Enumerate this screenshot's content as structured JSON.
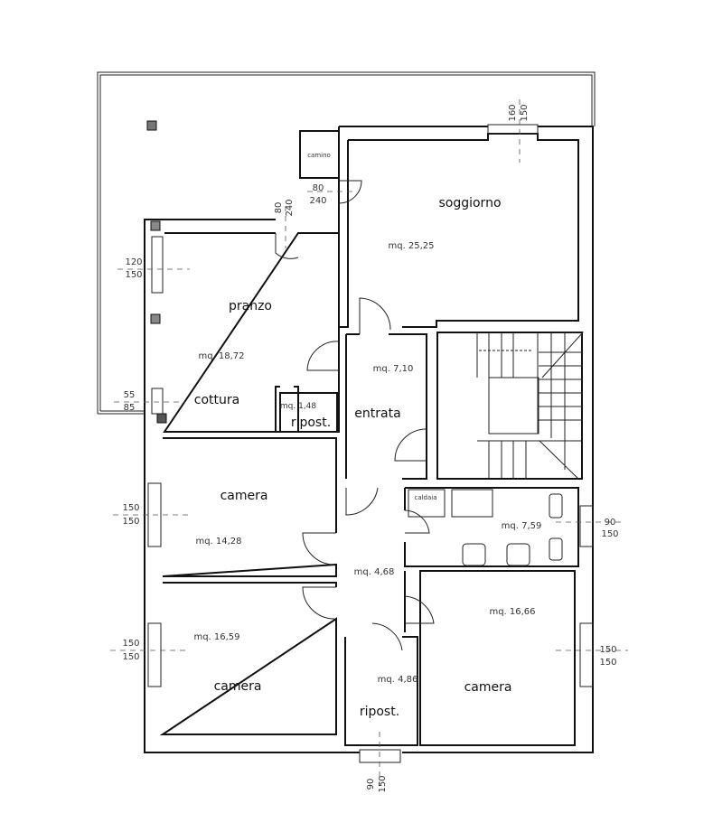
{
  "rooms": {
    "soggiorno": {
      "label": "soggiorno",
      "area": "mq. 25,25"
    },
    "pranzo": {
      "label": "pranzo",
      "area": "mq. 18,72"
    },
    "cottura": {
      "label": "cottura"
    },
    "ripost1": {
      "label": "ripost.",
      "area": "mq. 1,48"
    },
    "entrata": {
      "label": "entrata",
      "area": "mq. 7,10"
    },
    "bagno": {
      "area": "mq. 7,59"
    },
    "corridoio": {
      "area": "mq. 4,68"
    },
    "camera1": {
      "label": "camera",
      "area": "mq. 14,28"
    },
    "camera2": {
      "label": "camera",
      "area": "mq. 16,59"
    },
    "camera3": {
      "label": "camera",
      "area": "mq. 16,66"
    },
    "ripost2": {
      "label": "ripost.",
      "area": "mq. 4,86"
    }
  },
  "fixtures": {
    "camino": "camino",
    "caldaia": "caldaia"
  },
  "dimensions": {
    "top_window": [
      "160",
      "150"
    ],
    "door_soggiorno": [
      "80",
      "240"
    ],
    "door_pranzo": [
      "80",
      "240"
    ],
    "pranzo_window": [
      "120",
      "150"
    ],
    "cottura_window": [
      "55",
      "85"
    ],
    "camera1_window": [
      "150",
      "150"
    ],
    "camera2_window": [
      "150",
      "150"
    ],
    "bagno_window": [
      "90",
      "150"
    ],
    "camera3_window": [
      "150",
      "150"
    ],
    "bottom_window": [
      "90",
      "150"
    ]
  }
}
